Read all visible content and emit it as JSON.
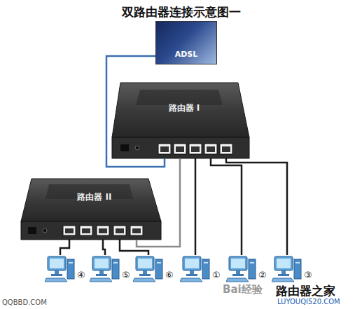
{
  "diagram": {
    "title": "双路由器连接示意图一",
    "nodes": [
      {
        "text": [
          "ADSL"
        ]
      },
      {
        "text": [
          "路由器 I"
        ]
      },
      {
        "text": [
          "路由器 II"
        ]
      },
      {
        "text": [
          "④"
        ]
      },
      {
        "text": [
          "⑤"
        ]
      },
      {
        "text": [
          "⑥"
        ]
      },
      {
        "text": [
          "①"
        ]
      },
      {
        "text": [
          "②"
        ]
      },
      {
        "text": [
          "③"
        ]
      }
    ],
    "edges": [
      {
        "from": 0,
        "to": 1,
        "arrow": "none"
      },
      {
        "from": 1,
        "to": 2,
        "arrow": "none"
      },
      {
        "from": 1,
        "to": 6,
        "arrow": "none"
      },
      {
        "from": 1,
        "to": 7,
        "arrow": "none"
      },
      {
        "from": 1,
        "to": 8,
        "arrow": "none"
      },
      {
        "from": 2,
        "to": 3,
        "arrow": "none"
      },
      {
        "from": 2,
        "to": 4,
        "arrow": "none"
      },
      {
        "from": 2,
        "to": 5,
        "arrow": "none"
      }
    ],
    "labels": [
      "QQBBD.COM",
      "Bai经验",
      "路由器之家",
      "LUYOUQI520.COM"
    ]
  }
}
